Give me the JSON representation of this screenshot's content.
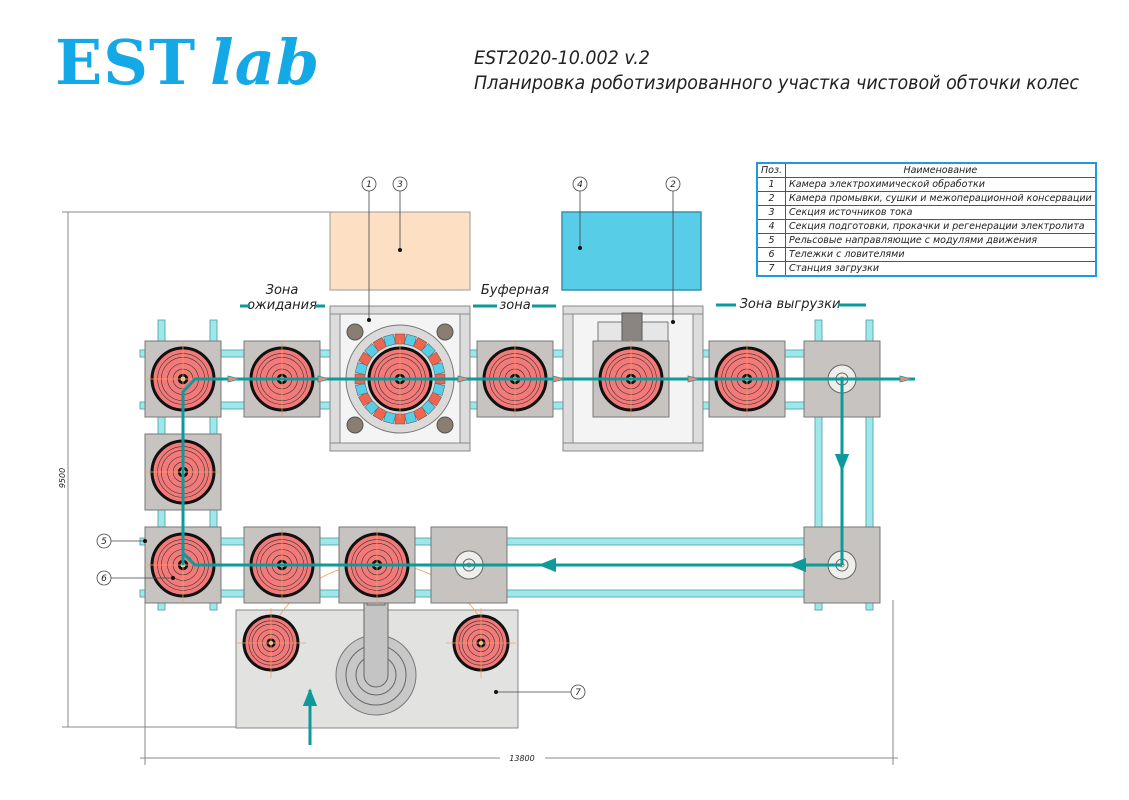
{
  "header": {
    "logo_main": "EST",
    "logo_sub": "lab",
    "doc_code": "EST2020-10.002 v.2",
    "doc_title": "Планировка роботизированного участка чистовой обточки колес"
  },
  "legend": {
    "col_pos": "Поз.",
    "col_name": "Наименование",
    "rows": [
      {
        "pos": "1",
        "name": "Камера электрохимической обработки"
      },
      {
        "pos": "2",
        "name": "Камера промывки, сушки и межоперационной консервации"
      },
      {
        "pos": "3",
        "name": "Секция источников тока"
      },
      {
        "pos": "4",
        "name": "Секция подготовки, прокачки и регенерации электролита"
      },
      {
        "pos": "5",
        "name": "Рельсовые направляющие с модулями движения"
      },
      {
        "pos": "6",
        "name": "Тележки с ловителями"
      },
      {
        "pos": "7",
        "name": "Станция загрузки"
      }
    ]
  },
  "zones": {
    "waiting_line1": "Зона",
    "waiting_line2": "ожидания",
    "buffer_line1": "Буферная",
    "buffer_line2": "зона",
    "unload": "Зона выгрузки"
  },
  "callouts": {
    "c1": "1",
    "c2": "2",
    "c3": "3",
    "c4": "4",
    "c5": "5",
    "c6": "6",
    "c7": "7"
  },
  "dimensions": {
    "height": "9500",
    "width": "13800"
  },
  "colors": {
    "logo": "#14a9e6",
    "flow_line": "#0e9a9a",
    "rail": "#9ee8ec",
    "module": "#c6c3c0",
    "wheel": "#f47a7a",
    "power_section": "#fde0c4",
    "electrolyte_section": "#58cde8",
    "legend_border": "#1e9bde"
  }
}
